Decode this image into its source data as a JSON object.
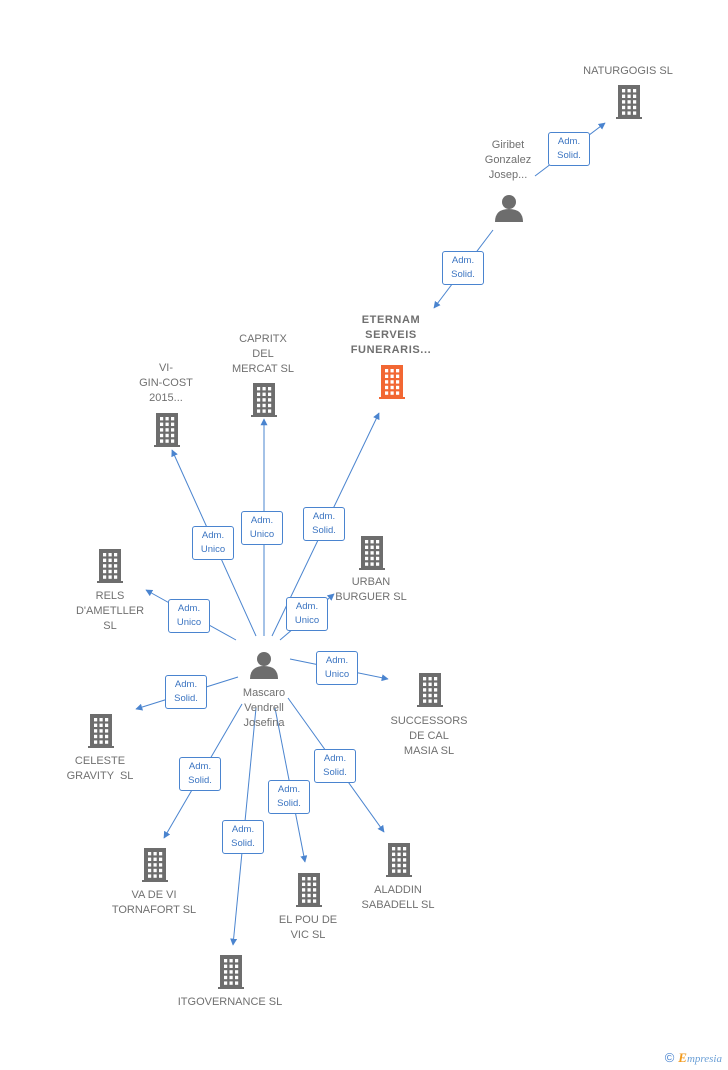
{
  "colors": {
    "edge": "#4a84cf",
    "building": "#6d6d6d",
    "highlight": "#f26733",
    "person": "#6d6d6d"
  },
  "persons": [
    {
      "id": "mascaro",
      "label": "Mascaro\nVendrell\nJosefina",
      "icon": "person-icon"
    },
    {
      "id": "giribet",
      "label": "Giribet\nGonzalez\nJosep...",
      "icon": "person-icon"
    }
  ],
  "companies": [
    {
      "id": "naturgogis",
      "label": "NATURGOGIS SL",
      "icon": "building-icon"
    },
    {
      "id": "eternam",
      "label": "ETERNAM\nSERVEIS\nFUNERARIS...",
      "icon": "building-icon",
      "highlight": true
    },
    {
      "id": "capritx",
      "label": "CAPRITX\nDEL\nMERCAT SL",
      "icon": "building-icon"
    },
    {
      "id": "vigin",
      "label": "VI-\nGIN-COST\n2015...",
      "icon": "building-icon"
    },
    {
      "id": "urban",
      "label": "URBAN\nBURGUER SL",
      "icon": "building-icon"
    },
    {
      "id": "rels",
      "label": "RELS\nD'AMETLLER\nSL",
      "icon": "building-icon"
    },
    {
      "id": "successors",
      "label": "SUCCESSORS\nDE CAL\nMASIA SL",
      "icon": "building-icon"
    },
    {
      "id": "celeste",
      "label": "CELESTE\nGRAVITY  SL",
      "icon": "building-icon"
    },
    {
      "id": "aladdin",
      "label": "ALADDIN\nSABADELL SL",
      "icon": "building-icon"
    },
    {
      "id": "vadevi",
      "label": "VA DE VI\nTORNAFORT SL",
      "icon": "building-icon"
    },
    {
      "id": "elpou",
      "label": "EL POU DE\nVIC SL",
      "icon": "building-icon"
    },
    {
      "id": "itgovernance",
      "label": "ITGOVERNANCE SL",
      "icon": "building-icon"
    }
  ],
  "edges": [
    {
      "from": "giribet",
      "to": "naturgogis",
      "label": "Adm.\nSolid."
    },
    {
      "from": "giribet",
      "to": "eternam",
      "label": "Adm.\nSolid."
    },
    {
      "from": "mascaro",
      "to": "eternam",
      "label": "Adm.\nSolid."
    },
    {
      "from": "mascaro",
      "to": "capritx",
      "label": "Adm.\nUnico"
    },
    {
      "from": "mascaro",
      "to": "vigin",
      "label": "Adm.\nUnico"
    },
    {
      "from": "mascaro",
      "to": "urban",
      "label": "Adm.\nUnico"
    },
    {
      "from": "mascaro",
      "to": "rels",
      "label": "Adm.\nUnico"
    },
    {
      "from": "mascaro",
      "to": "successors",
      "label": "Adm.\nUnico"
    },
    {
      "from": "mascaro",
      "to": "celeste",
      "label": "Adm.\nSolid."
    },
    {
      "from": "mascaro",
      "to": "aladdin",
      "label": "Adm.\nSolid."
    },
    {
      "from": "mascaro",
      "to": "vadevi",
      "label": "Adm.\nSolid."
    },
    {
      "from": "mascaro",
      "to": "elpou",
      "label": "Adm.\nSolid."
    },
    {
      "from": "mascaro",
      "to": "itgovernance",
      "label": "Adm.\nSolid."
    }
  ],
  "footer": {
    "copyright": "©",
    "brand_initial": "E",
    "brand_rest": "mpresia"
  }
}
